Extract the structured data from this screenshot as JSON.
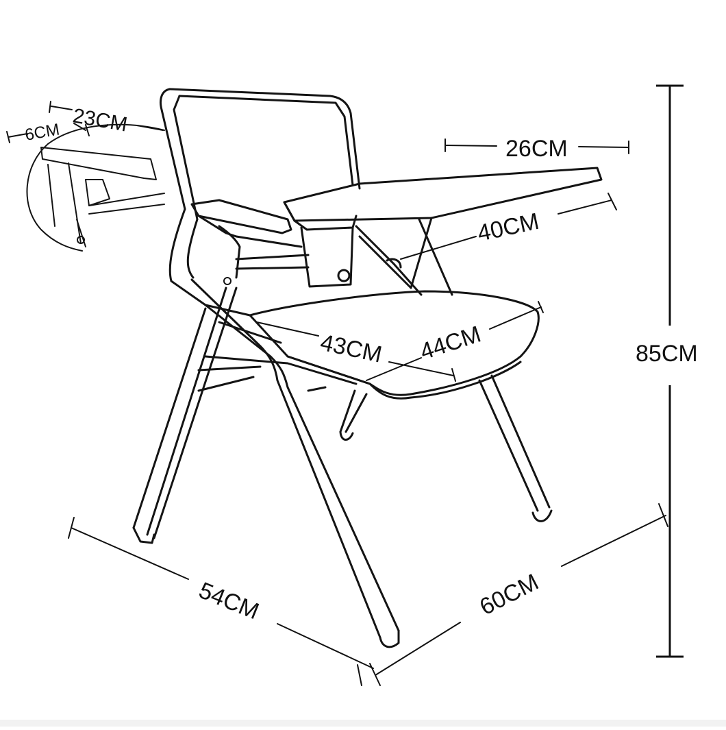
{
  "dimensions": {
    "armrest_width": "6CM",
    "armrest_length": "23CM",
    "tablet_width": "26CM",
    "tablet_length": "40CM",
    "seat_depth": "43CM",
    "seat_width": "44CM",
    "total_height": "85CM",
    "base_depth": "54CM",
    "base_width": "60CM"
  },
  "colors": {
    "ink": "#141414",
    "background": "#ffffff"
  }
}
